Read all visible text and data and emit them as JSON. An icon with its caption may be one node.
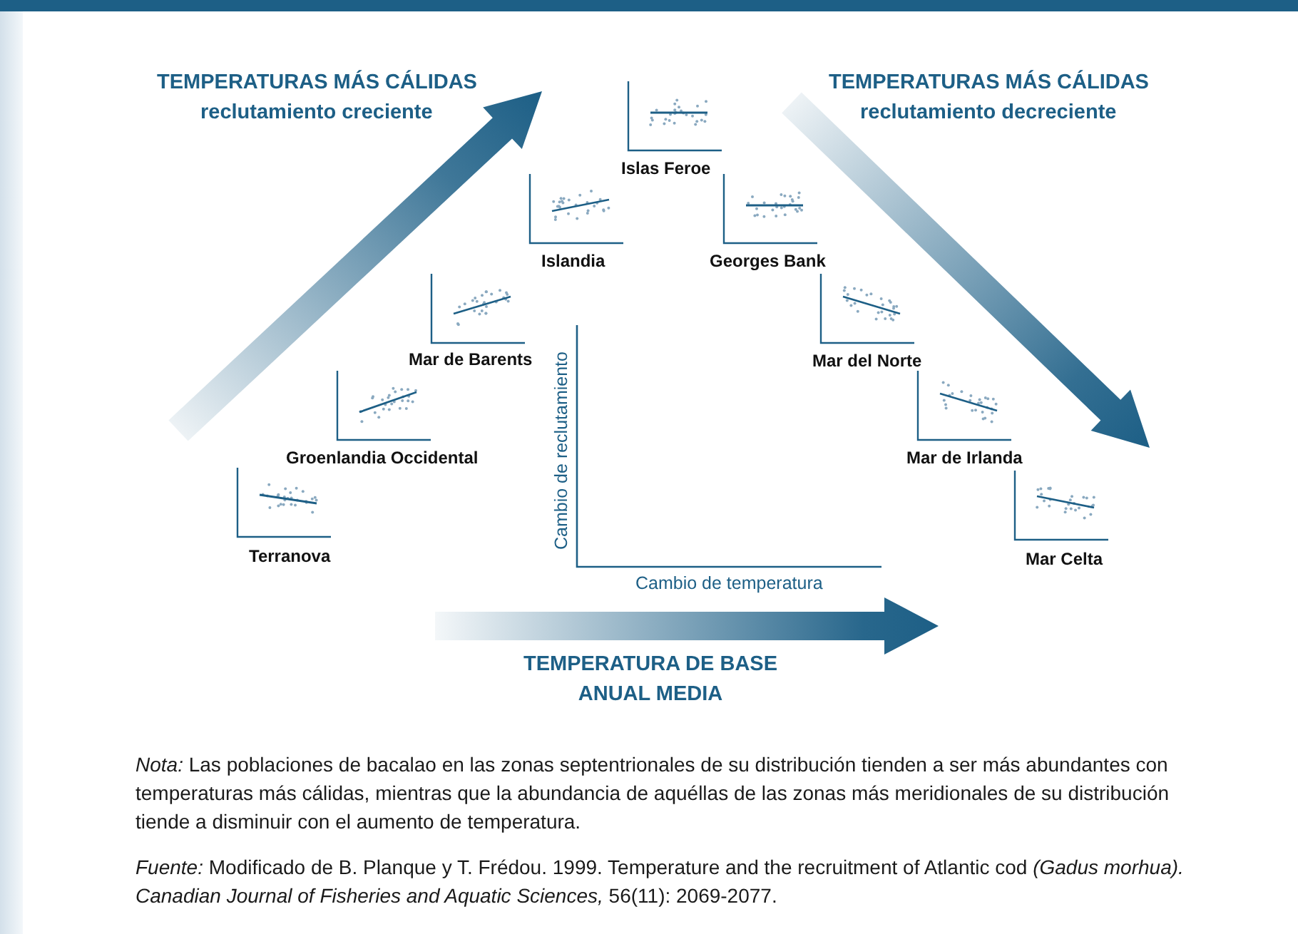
{
  "diagram": {
    "labels": [
      "TEMPERATURAS MÁS CÁLIDAS",
      "reclutamiento creciente",
      "TEMPERATURAS MÁS CÁLIDAS",
      "reclutamiento decreciente",
      "Islas Feroe",
      "Islandia",
      "Georges Bank",
      "Mar de Barents",
      "Cambio de reclutamiento",
      "Mar del Norte",
      "Groenlandia Occidental",
      "Mar de Irlanda",
      "Terranova",
      "Mar Celta",
      "Cambio de temperatura",
      "TEMPERATURA DE BASE ANUAL MEDIA",
      "*Nota:* Las poblaciones de bacalao en las zonas septentrionales de su distribución tienden a ser más abundantes con temperaturas más cálidas, mientras que la abundancia de aquéllas de las zonas más meridionales de su distribución tiende a disminuir con el aumento de temperatura.",
      "*Fuente:* Modificado de B. Planque y T. Frédou. 1999. Temperature and the recruitment of Atlantic cod *(Gadus morhua). Canadian Journal of Fisheries and Aquatic Sciences,* 56(11): 2069-2077."
    ]
  }
}
